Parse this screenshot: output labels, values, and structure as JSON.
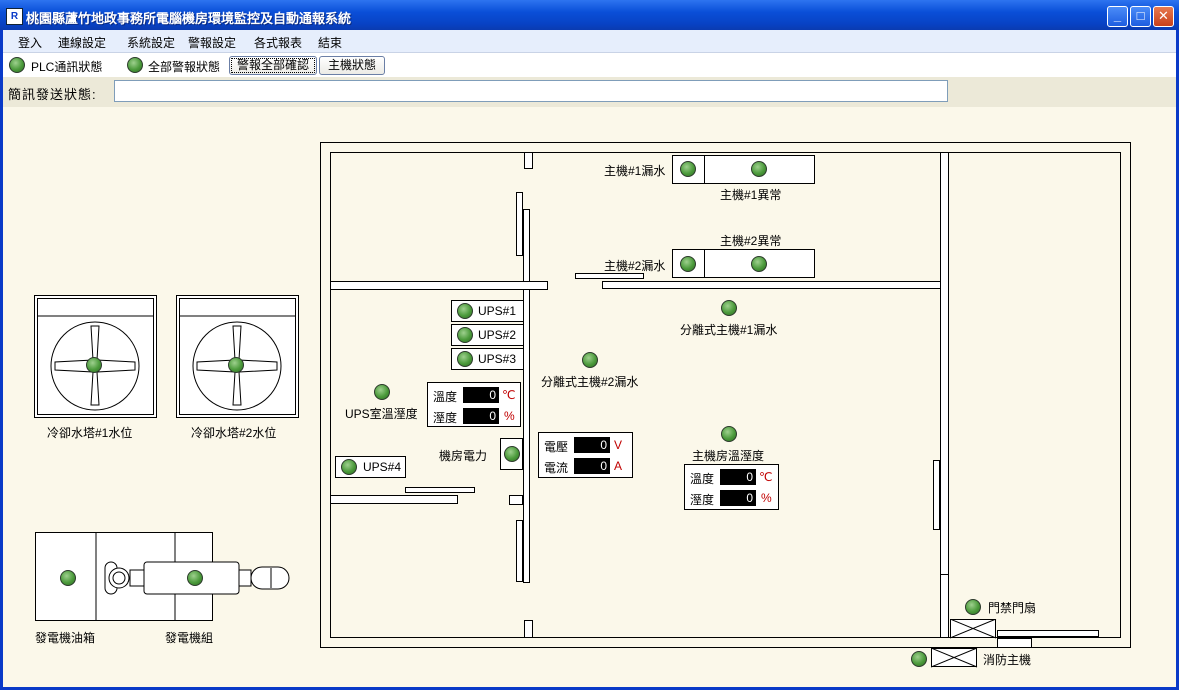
{
  "window": {
    "title": "桃園縣蘆竹地政事務所電腦機房環境監控及自動通報系統",
    "app_icon": "R"
  },
  "menu": [
    "登入",
    "連線設定",
    "系統設定",
    "警報設定",
    "各式報表",
    "結束"
  ],
  "toolbar": {
    "plc_status": "PLC通訊狀態",
    "all_alarm_status": "全部警報狀態",
    "ack_all_button": "警報全部確認",
    "host_status_button": "主機狀態"
  },
  "sms": {
    "label": "簡訊發送狀態:",
    "value": ""
  },
  "labels": {
    "host1_leak": "主機#1漏水",
    "host1_abnormal": "主機#1異常",
    "host2_abnormal": "主機#2異常",
    "host2_leak": "主機#2漏水",
    "split_host1_leak": "分離式主機#1漏水",
    "split_host2_leak": "分離式主機#2漏水",
    "ups1": "UPS#1",
    "ups2": "UPS#2",
    "ups3": "UPS#3",
    "ups4": "UPS#4",
    "ups_room_temp_humidity": "UPS室溫溼度",
    "temp": "溫度",
    "humidity": "溼度",
    "room_power": "機房電力",
    "voltage": "電壓",
    "current": "電流",
    "host_room_temp_humidity": "主機房溫溼度",
    "cooling_tower1": "冷卻水塔#1水位",
    "cooling_tower2": "冷卻水塔#2水位",
    "generator_tank": "發電機油箱",
    "generator_set": "發電機組",
    "door_access": "門禁門扇",
    "fire_host": "消防主機"
  },
  "readings": {
    "ups_temp": "0",
    "ups_humidity": "0",
    "voltage": "0",
    "current": "0",
    "host_temp": "0",
    "host_humidity": "0",
    "unit_temp": "℃",
    "unit_humidity": "%",
    "unit_voltage": "V",
    "unit_current": "A"
  },
  "colors": {
    "indicator_green": "#4b9a3b",
    "unit_red": "#c00000",
    "titlebar": "#0a4fd8"
  }
}
